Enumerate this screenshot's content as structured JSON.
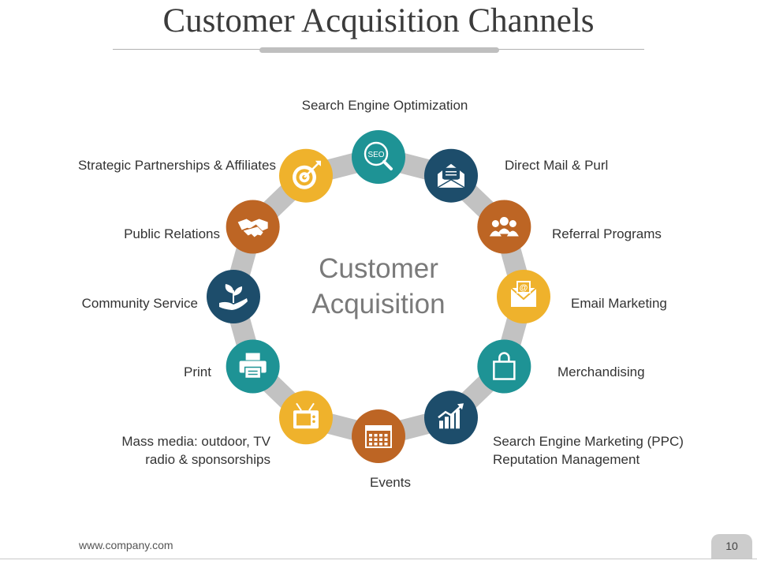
{
  "title": "Customer Acquisition Channels",
  "center_label": "Customer Acquisition",
  "footer_url": "www.company.com",
  "page_number": "10",
  "colors": {
    "teal": "#1e9395",
    "navy": "#1d4d6b",
    "orange": "#bd6524",
    "yellow": "#efb22c",
    "connector": "#c2c2c2"
  },
  "channels": [
    {
      "label": "Search Engine Optimization",
      "icon": "seo-magnifier-icon",
      "color": "teal"
    },
    {
      "label": "Direct Mail & Purl",
      "icon": "open-envelope-icon",
      "color": "navy"
    },
    {
      "label": "Referral Programs",
      "icon": "people-group-icon",
      "color": "orange"
    },
    {
      "label": "Email Marketing",
      "icon": "email-icon",
      "color": "yellow"
    },
    {
      "label": "Merchandising",
      "icon": "shopping-bag-icon",
      "color": "teal"
    },
    {
      "label": "Search Engine Marketing (PPC)",
      "label2": "Reputation Management",
      "icon": "growth-chart-icon",
      "color": "navy"
    },
    {
      "label": "Events",
      "icon": "calendar-icon",
      "color": "orange"
    },
    {
      "label": "Mass media: outdoor, TV",
      "label2": "radio & sponsorships",
      "icon": "television-icon",
      "color": "yellow"
    },
    {
      "label": "Print",
      "icon": "printer-icon",
      "color": "teal"
    },
    {
      "label": "Community Service",
      "icon": "hand-plant-icon",
      "color": "navy"
    },
    {
      "label": "Public Relations",
      "icon": "handshake-icon",
      "color": "orange"
    },
    {
      "label": "Strategic Partnerships & Affiliates",
      "icon": "target-icon",
      "color": "yellow"
    }
  ]
}
